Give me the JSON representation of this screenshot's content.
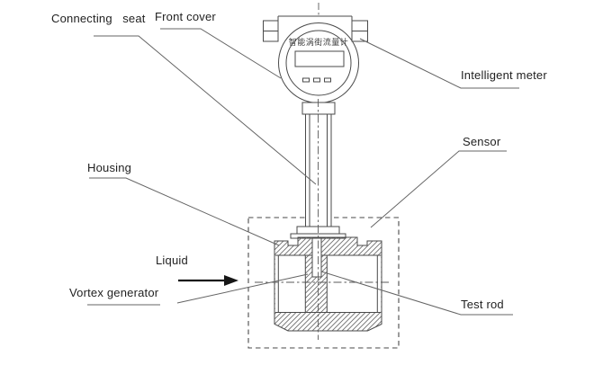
{
  "figure": {
    "meter": {
      "display_text": "智能涡街流量计"
    },
    "labels": {
      "connecting_seat": "Connecting   seat",
      "front_cover": "Front cover",
      "intelligent_meter": "Intelligent meter",
      "sensor": "Sensor",
      "housing": "Housing",
      "liquid": "Liquid",
      "vortex_generator": "Vortex generator",
      "test_rod": "Test rod"
    },
    "colors": {
      "background": "#ffffff",
      "part_line": "#4a4a4a",
      "hatch_line": "#6f6f6f",
      "leader_line": "#646464",
      "centerline": "#5a5a5a",
      "text": "#1f1f1f",
      "arrow": "#161616"
    }
  }
}
